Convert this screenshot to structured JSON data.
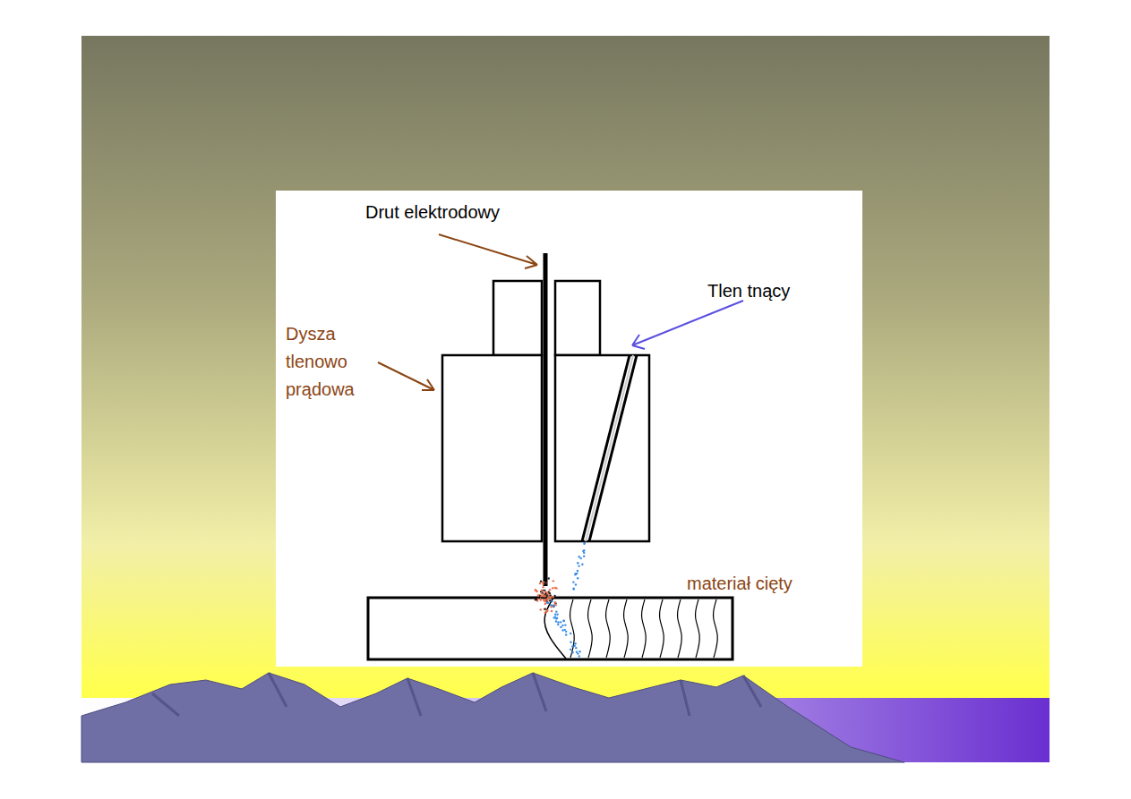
{
  "diagram": {
    "labels": [
      "Drut elektrodowy",
      "Tlen tnący",
      "Dysza tlenowo prądowa",
      "materiał cięty"
    ]
  }
}
